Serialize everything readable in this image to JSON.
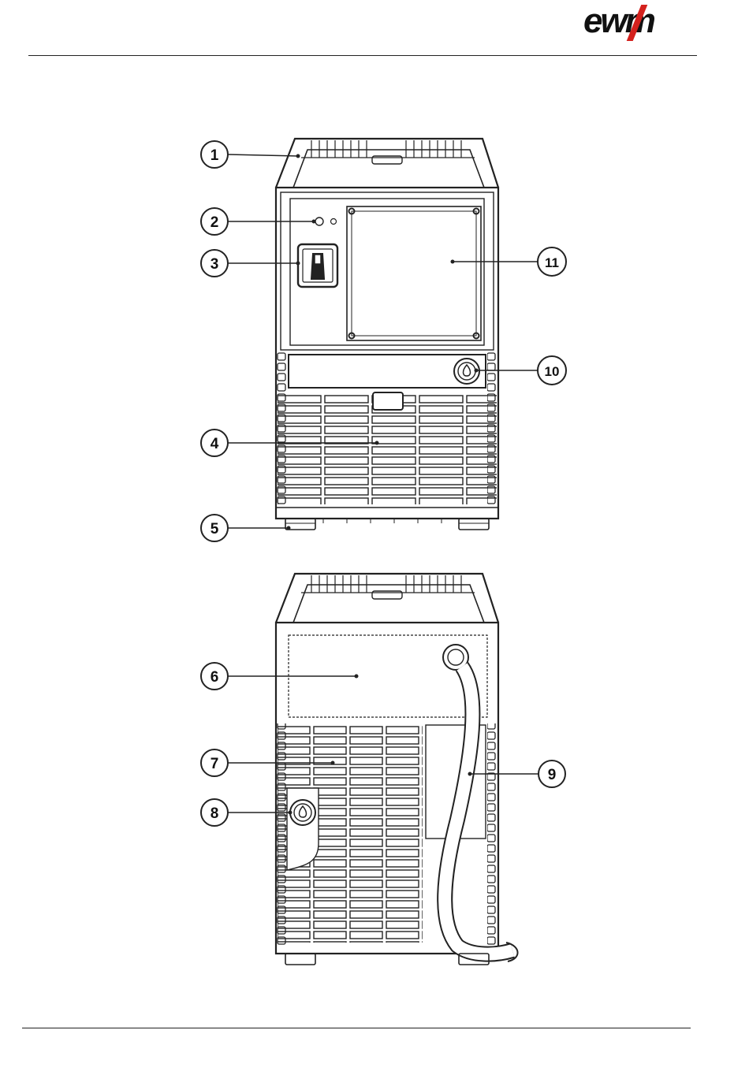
{
  "header": {
    "logo_text": "ewm"
  },
  "callouts": [
    "1",
    "2",
    "3",
    "4",
    "5",
    "6",
    "7",
    "8",
    "9",
    "10",
    "11"
  ],
  "colors": {
    "brand_red": "#d4211d",
    "line": "#222222"
  }
}
